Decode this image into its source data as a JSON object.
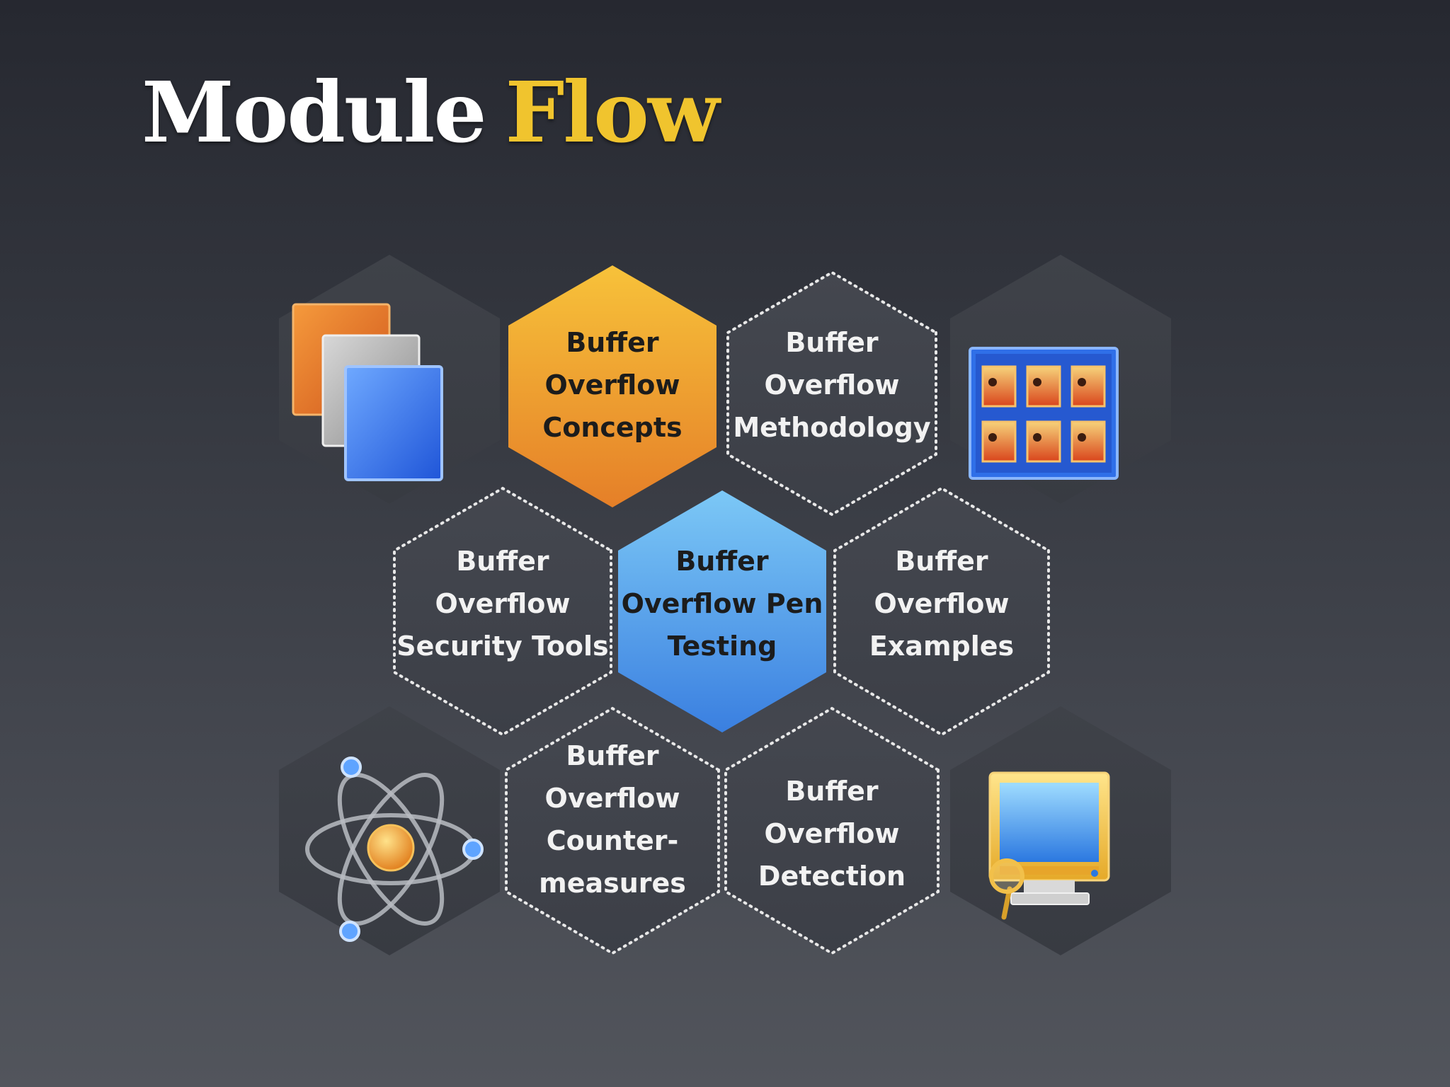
{
  "title": {
    "word1": "Module",
    "word2": "Flow"
  },
  "colors": {
    "title_primary": "#ffffff",
    "title_accent": "#f0c42e",
    "concepts_hex": "#f0a830",
    "pen_testing_hex": "#4a9ae8",
    "dark_hex": "#42454d",
    "dotted_border": "#e8e8e8",
    "label_dark": "#1c1c1c",
    "label_light": "#f2f2f2"
  },
  "modules": [
    {
      "id": "concepts",
      "lines": [
        "Buffer",
        "Overflow",
        "Concepts"
      ],
      "style": "orange"
    },
    {
      "id": "methodology",
      "lines": [
        "Buffer",
        "Overflow",
        "Methodology"
      ],
      "style": "dark"
    },
    {
      "id": "security-tools",
      "lines": [
        "Buffer",
        "Overflow",
        "Security Tools"
      ],
      "style": "dark"
    },
    {
      "id": "pen-testing",
      "lines": [
        "Buffer",
        "Overflow Pen",
        "Testing"
      ],
      "style": "blue"
    },
    {
      "id": "examples",
      "lines": [
        "Buffer",
        "Overflow",
        "Examples"
      ],
      "style": "dark"
    },
    {
      "id": "countermeasures",
      "lines": [
        "Buffer",
        "Overflow",
        "Counter-",
        "measures"
      ],
      "style": "dark"
    },
    {
      "id": "detection",
      "lines": [
        "Buffer",
        "Overflow",
        "Detection"
      ],
      "style": "dark"
    }
  ],
  "icons": [
    {
      "id": "stacked-pages",
      "name": "stacked-pages-icon"
    },
    {
      "id": "image-grid",
      "name": "image-grid-icon"
    },
    {
      "id": "atom",
      "name": "atom-icon"
    },
    {
      "id": "monitor-search",
      "name": "monitor-search-icon"
    }
  ]
}
